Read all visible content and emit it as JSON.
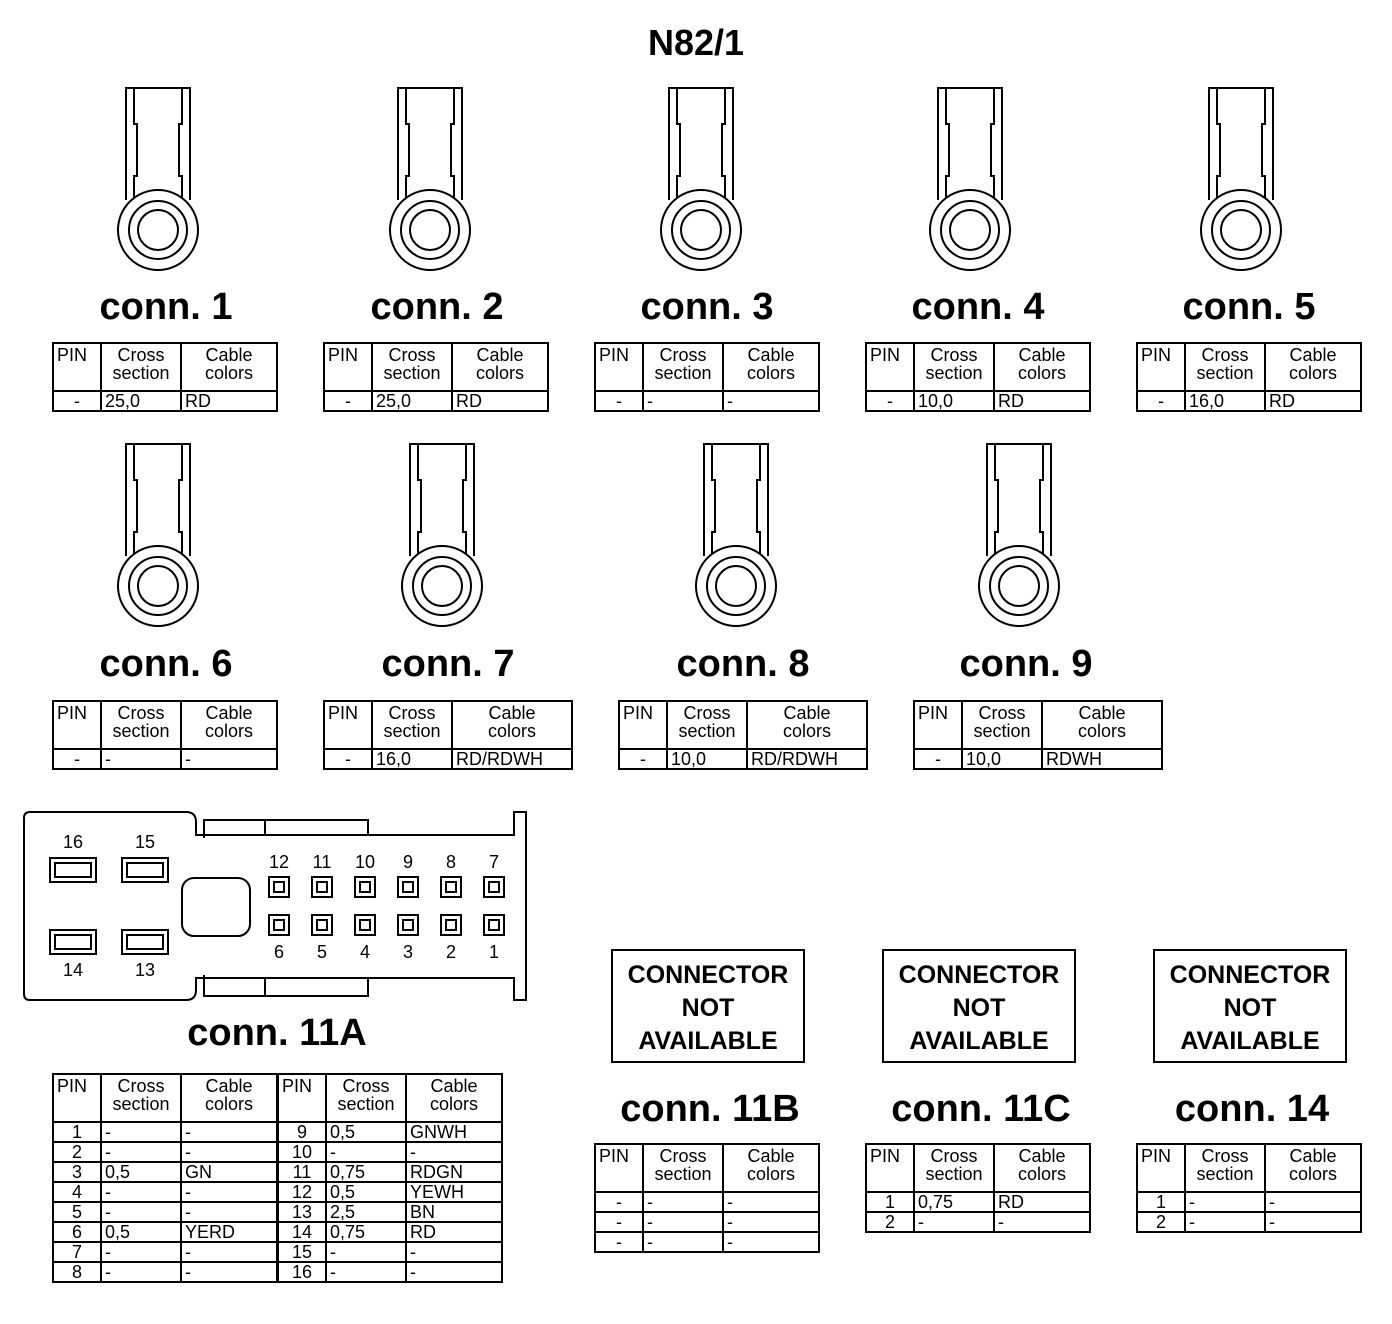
{
  "title": "N82/1",
  "headers": {
    "pin": "PIN",
    "cross": [
      "Cross",
      "section"
    ],
    "colors": [
      "Cable",
      "colors"
    ]
  },
  "connectors": [
    {
      "label": "conn. 1",
      "rows": [
        [
          "-",
          "25,0",
          "RD"
        ]
      ]
    },
    {
      "label": "conn. 2",
      "rows": [
        [
          "-",
          "25,0",
          "RD"
        ]
      ]
    },
    {
      "label": "conn. 3",
      "rows": [
        [
          "-",
          "-",
          "-"
        ]
      ]
    },
    {
      "label": "conn. 4",
      "rows": [
        [
          "-",
          "10,0",
          "RD"
        ]
      ]
    },
    {
      "label": "conn. 5",
      "rows": [
        [
          "-",
          "16,0",
          "RD"
        ]
      ]
    },
    {
      "label": "conn. 6",
      "rows": [
        [
          "-",
          "-",
          "-"
        ]
      ]
    },
    {
      "label": "conn. 7",
      "rows": [
        [
          "-",
          "16,0",
          "RD/RDWH"
        ]
      ]
    },
    {
      "label": "conn. 8",
      "rows": [
        [
          "-",
          "10,0",
          "RD/RDWH"
        ]
      ]
    },
    {
      "label": "conn. 9",
      "rows": [
        [
          "-",
          "10,0",
          "RDWH"
        ]
      ]
    }
  ],
  "conn11a": {
    "label": "conn. 11A",
    "pin_numbers_top": [
      "12",
      "11",
      "10",
      "9",
      "8",
      "7"
    ],
    "pin_numbers_bottom": [
      "6",
      "5",
      "4",
      "3",
      "2",
      "1"
    ],
    "pin_numbers_large": [
      "16",
      "15",
      "14",
      "13"
    ],
    "rows_left": [
      [
        "1",
        "-",
        "-"
      ],
      [
        "2",
        "-",
        "-"
      ],
      [
        "3",
        "0,5",
        "GN"
      ],
      [
        "4",
        "-",
        "-"
      ],
      [
        "5",
        "-",
        "-"
      ],
      [
        "6",
        "0,5",
        "YERD"
      ],
      [
        "7",
        "-",
        "-"
      ],
      [
        "8",
        "-",
        "-"
      ]
    ],
    "rows_right": [
      [
        "9",
        "0,5",
        "GNWH"
      ],
      [
        "10",
        "-",
        "-"
      ],
      [
        "11",
        "0,75",
        "RDGN"
      ],
      [
        "12",
        "0,5",
        "YEWH"
      ],
      [
        "13",
        "2,5",
        "BN"
      ],
      [
        "14",
        "0,75",
        "RD"
      ],
      [
        "15",
        "-",
        "-"
      ],
      [
        "16",
        "-",
        "-"
      ]
    ]
  },
  "not_available": [
    "CONNECTOR",
    "NOT",
    "AVAILABLE"
  ],
  "unavailable_connectors": [
    {
      "label": "conn. 11B",
      "rows": [
        [
          "-",
          "-",
          "-"
        ],
        [
          "-",
          "-",
          "-"
        ],
        [
          "-",
          "-",
          "-"
        ]
      ]
    },
    {
      "label": "conn. 11C",
      "rows": [
        [
          "1",
          "0,75",
          "RD"
        ],
        [
          "2",
          "-",
          "-"
        ]
      ]
    },
    {
      "label": "conn. 14",
      "rows": [
        [
          "1",
          "-",
          "-"
        ],
        [
          "2",
          "-",
          "-"
        ]
      ]
    }
  ]
}
